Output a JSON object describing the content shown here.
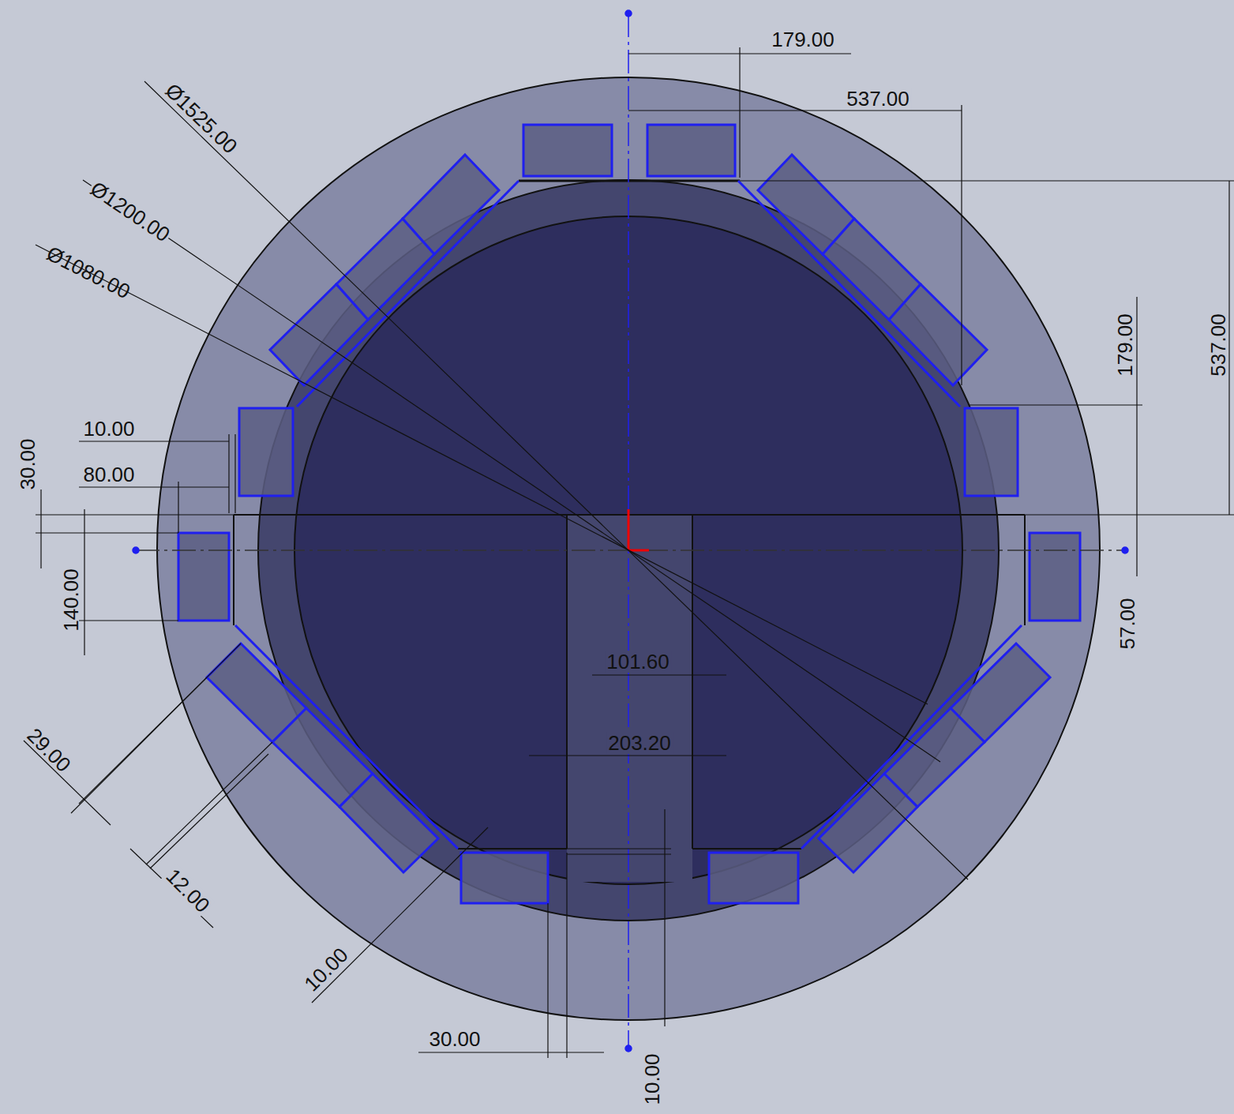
{
  "diagram": {
    "labels": [
      "179.00",
      "537.00",
      "Ø1525.00",
      "Ø1200.00",
      "Ø1080.00",
      "179.00",
      "537.00",
      "10.00",
      "80.00",
      "30.00",
      "140.00",
      "57.00",
      "101.60",
      "203.20",
      "29.00",
      "12.00",
      "10.00",
      "30.00",
      "10.00"
    ]
  }
}
